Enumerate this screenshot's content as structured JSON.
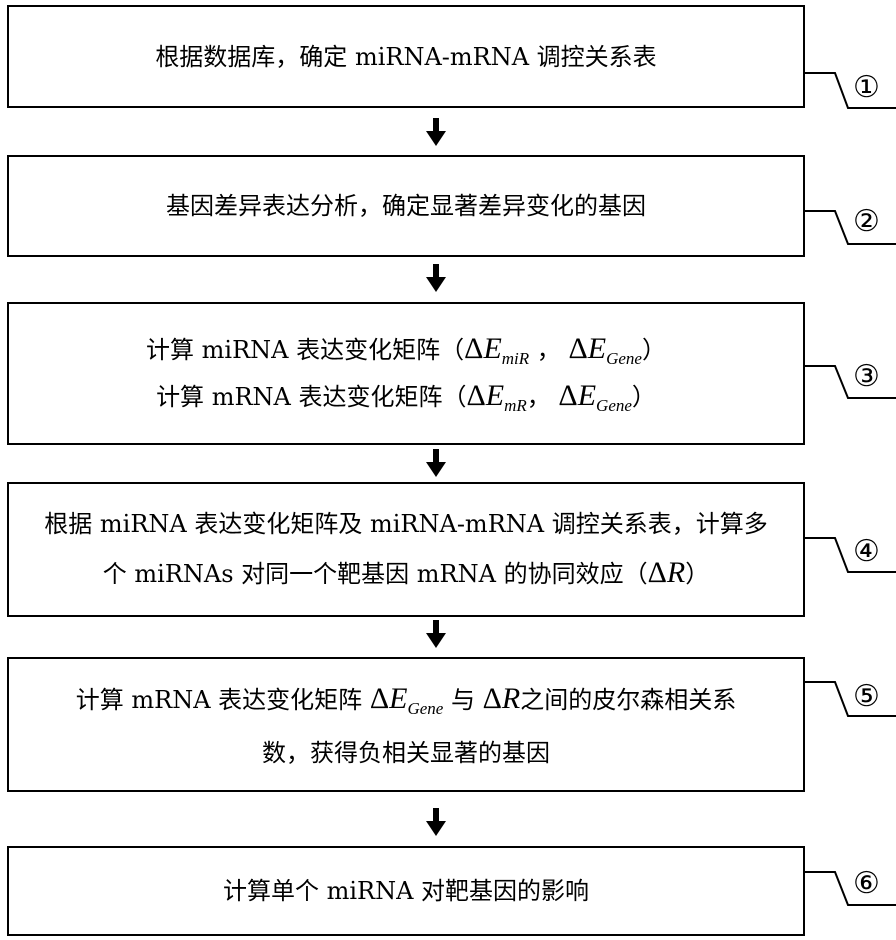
{
  "steps": [
    {
      "number": "①",
      "lines": [
        "根据数据库，确定 miRNA-mRNA 调控关系表"
      ]
    },
    {
      "number": "②",
      "lines": [
        "基因差异表达分析，确定显著差异变化的基因"
      ]
    },
    {
      "number": "③",
      "line1_prefix": "计算 miRNA 表达变化矩阵（",
      "line2_prefix": "计算 mRNA 表达变化矩阵（",
      "delta": "Δ",
      "E": "E",
      "sub_miR": "miR",
      "sub_mR": "mR",
      "sub_gene": "Gene",
      "comma": "，",
      "close": "）"
    },
    {
      "number": "④",
      "line1": "根据 miRNA 表达变化矩阵及 miRNA-mRNA 调控关系表，计算多",
      "line2_prefix": "个 miRNAs 对同一个靶基因 mRNA 的协同效应（",
      "R": "R",
      "close": "）"
    },
    {
      "number": "⑤",
      "line1_prefix": "计算 mRNA 表达变化矩阵",
      "mid": "与",
      "line1_suffix": "之间的皮尔森相关系",
      "line2": "数，获得负相关显著的基因"
    },
    {
      "number": "⑥",
      "lines": [
        "计算单个 miRNA 对靶基因的影响"
      ]
    }
  ]
}
